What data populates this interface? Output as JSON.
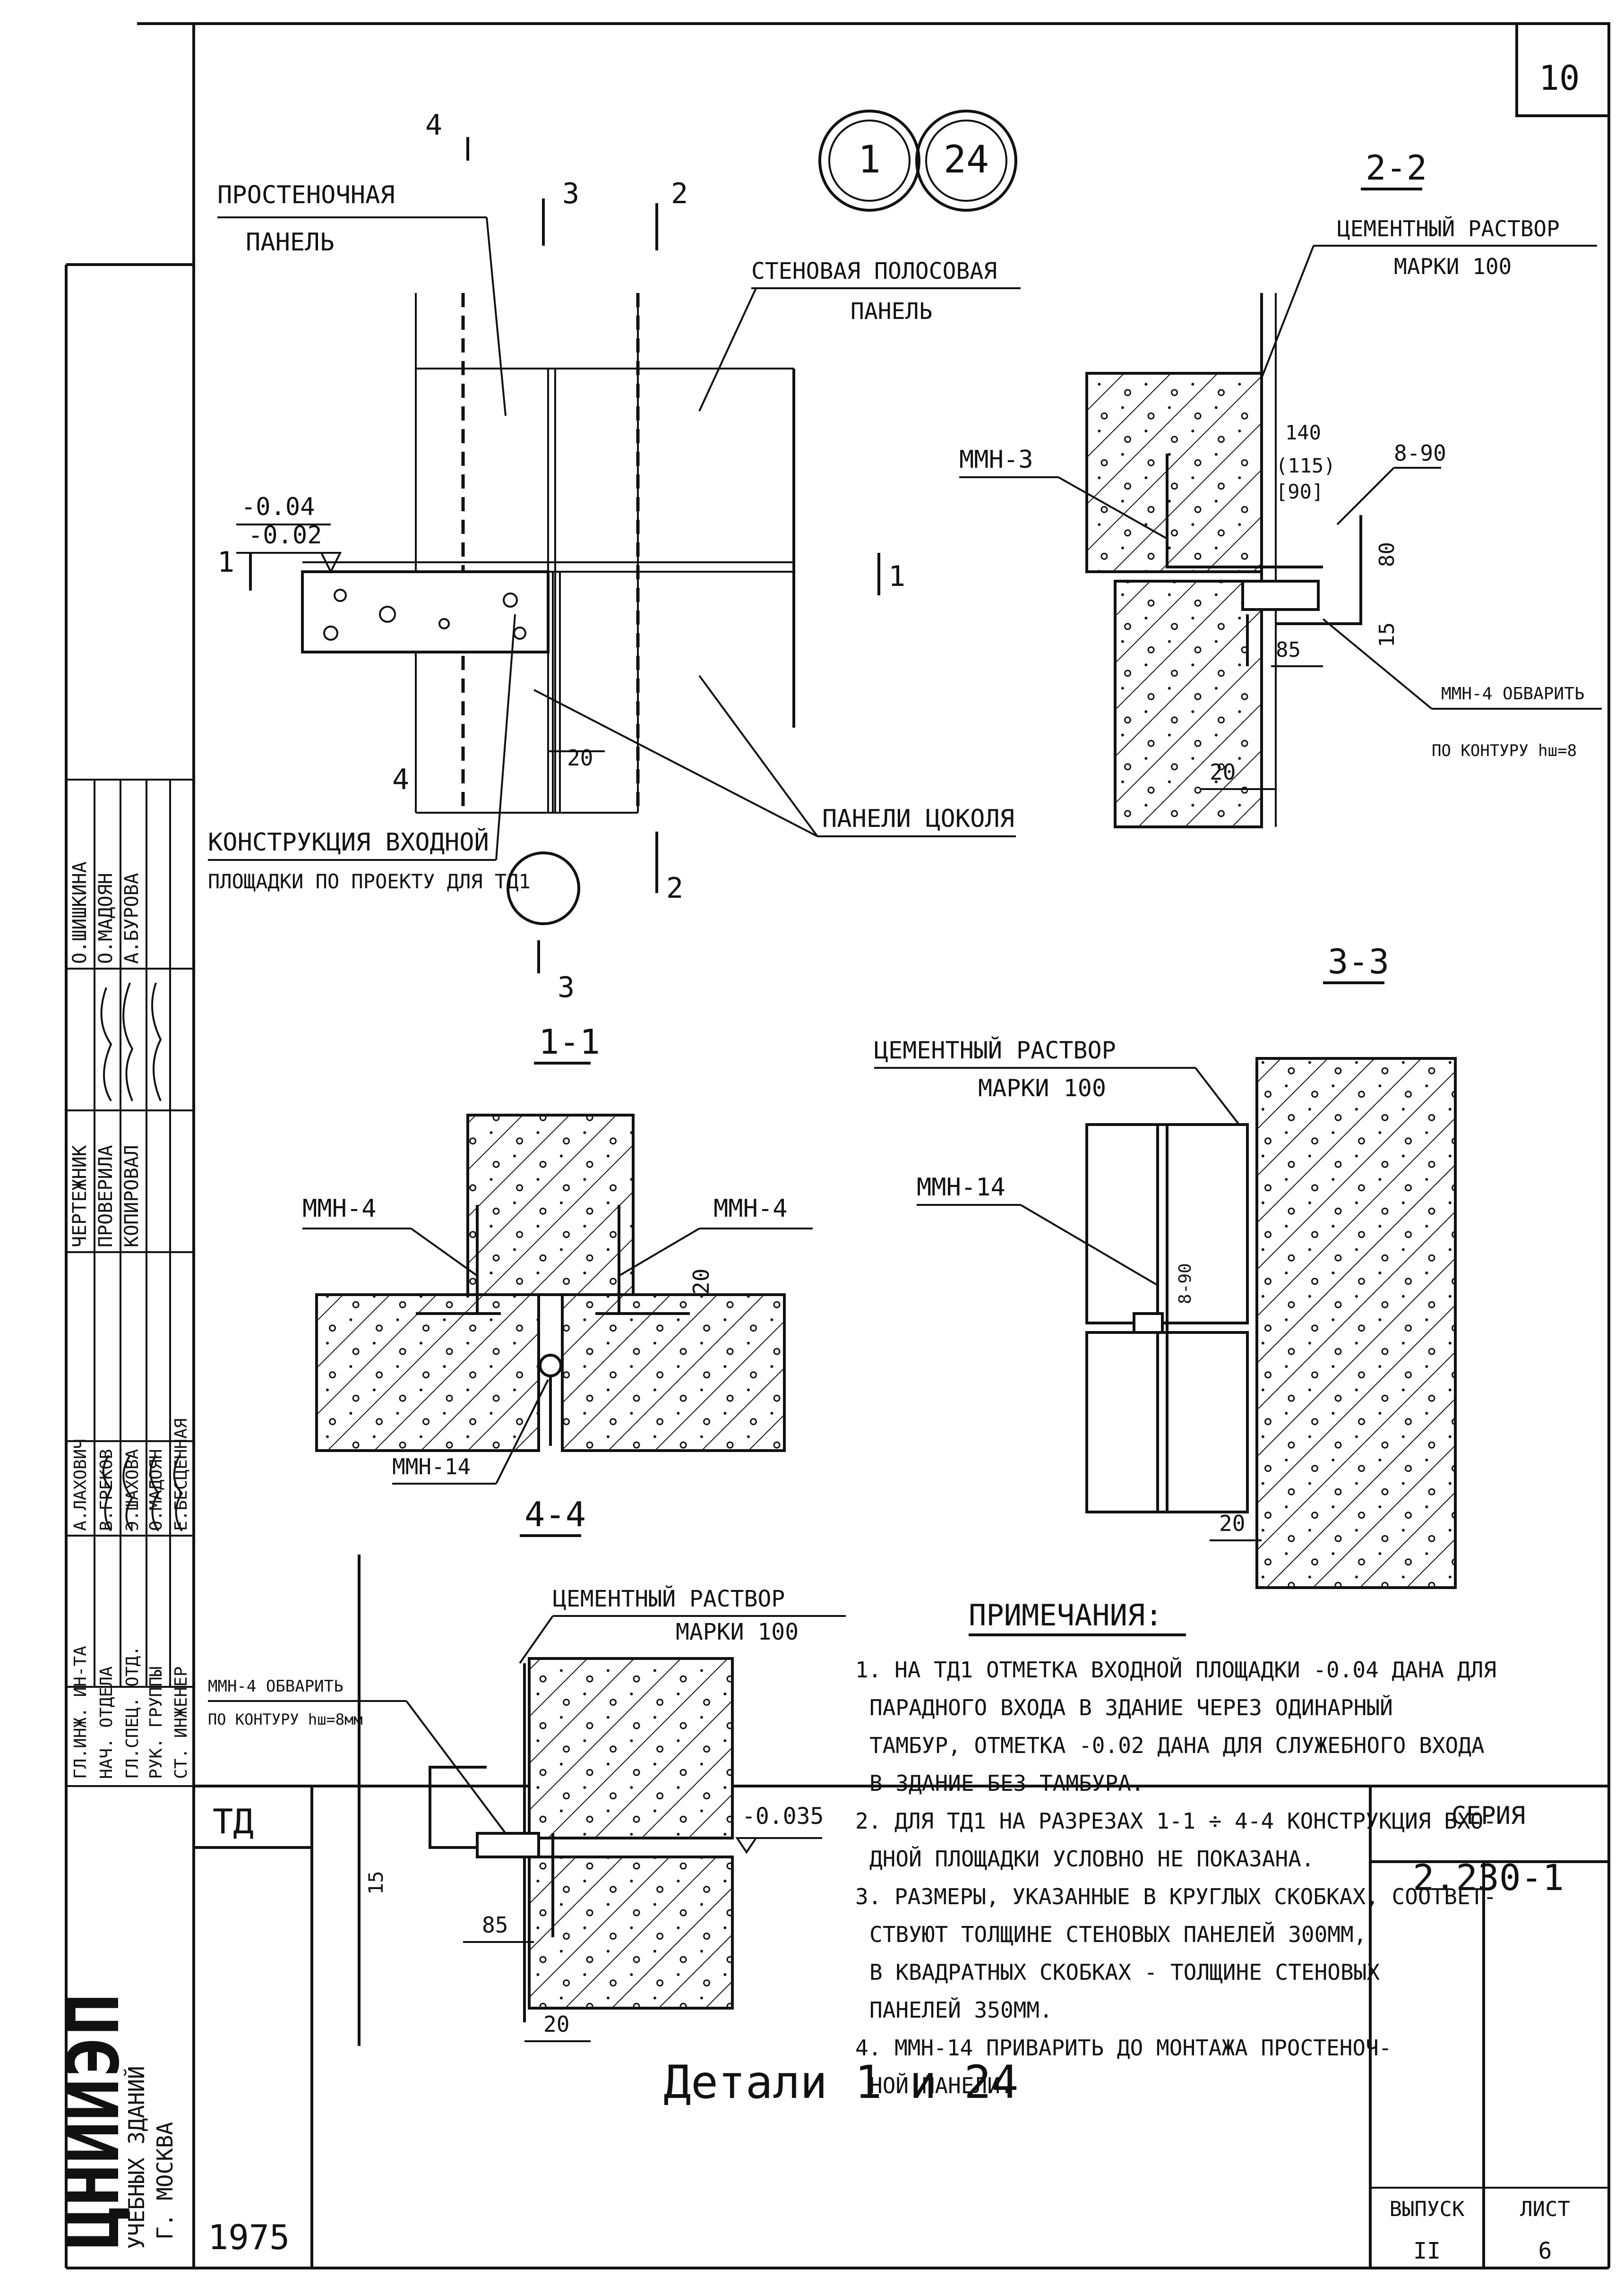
{
  "sheet": {
    "page_number": "10",
    "title": "Детали 1 и 24",
    "detail_marks": [
      "1",
      "24"
    ],
    "series_label": "СЕРИЯ",
    "series_value": "2.230-1",
    "issue_label": "ВЫПУСК",
    "issue_value": "II",
    "sheet_label": "ЛИСТ",
    "sheet_value": "6",
    "code": "ТД",
    "year": "1975"
  },
  "organization": {
    "logo": "ЦНИИЭП",
    "line1": "УЧЕБНЫХ ЗДАНИЙ",
    "line2": "Г. МОСКВА"
  },
  "signatures": {
    "left_roles": [
      "ГЛ.ИНЖ. ИН-ТА",
      "НАЧ. ОТДЕЛА",
      "ГЛ.СПЕЦ. ОТД.",
      "РУК. ГРУППЫ",
      "СТ. ИНЖЕНЕР"
    ],
    "left_names": [
      "А.ЛАХОВИЧ",
      "В.ГРЕКОВ",
      "Э.ШАХОВА",
      "О.МАДОЯН",
      "Е.БЕСЦЕННАЯ"
    ],
    "right_roles": [
      "ЧЕРТЕЖНИК",
      "ПРОВЕРИЛА",
      "КОПИРОВАЛ"
    ],
    "right_names": [
      "О.ШИШКИНА",
      "О.МАДОЯН",
      "А.БУРОВА"
    ]
  },
  "plan": {
    "label_pier_panel_1": "ПРОСТЕНОЧНАЯ",
    "label_pier_panel_2": "ПАНЕЛЬ",
    "label_strip_panel_1": "СТЕНОВАЯ ПОЛОСОВАЯ",
    "label_strip_panel_2": "ПАНЕЛЬ",
    "label_plinth": "ПАНЕЛИ ЦОКОЛЯ",
    "label_construction_1": "КОНСТРУКЦИЯ ВХОДНОЙ",
    "label_construction_2": "ПЛОЩАДКИ ПО ПРОЕКТУ ДЛЯ ТД1",
    "level_1": "-0.04",
    "level_2": "-0.02",
    "dim_20": "20",
    "cuts": [
      "1",
      "1",
      "2",
      "2",
      "3",
      "3",
      "4",
      "4"
    ]
  },
  "section_1_1": {
    "title": "1-1",
    "label_mmn4_left": "ММН-4",
    "label_mmn4_right": "ММН-4",
    "label_mmn14": "ММН-14",
    "dim_20": "20"
  },
  "section_2_2": {
    "title": "2-2",
    "mortar_1": "ЦЕМЕНТНЫЙ РАСТВОР",
    "mortar_2": "МАРКИ 100",
    "label_mmn3": "ММН-3",
    "dim_140": "140",
    "dim_115": "(115)",
    "dim_90": "[90]",
    "dim_8_90": "8-90",
    "dim_80": "80",
    "dim_85": "85",
    "dim_15": "15",
    "weld_1": "ММН-4 ОБВАРИТЬ",
    "weld_2": "ПО КОНТУРУ hш=8",
    "dim_20": "20"
  },
  "section_3_3": {
    "title": "3-3",
    "mortar_1": "ЦЕМЕНТНЫЙ РАСТВОР",
    "mortar_2": "МАРКИ 100",
    "label_mmn14": "ММН-14",
    "dim_8_90": "8-90",
    "dim_20": "20"
  },
  "section_4_4": {
    "title": "4-4",
    "mortar_1": "ЦЕМЕНТНЫЙ РАСТВОР",
    "mortar_2": "МАРКИ 100",
    "weld_1": "ММН-4 ОБВАРИТЬ",
    "weld_2": "ПО КОНТУРУ hш=8мм",
    "level": "-0.035",
    "dim_15": "15",
    "dim_85": "85",
    "dim_20": "20"
  },
  "notes": {
    "heading": "ПРИМЕЧАНИЯ:",
    "items": [
      "1. НА ТД1 ОТМЕТКА ВХОДНОЙ ПЛОЩАДКИ -0.04 ДАНА ДЛЯ",
      "ПАРАДНОГО ВХОДА В ЗДАНИЕ ЧЕРЕЗ ОДИНАРНЫЙ",
      "ТАМБУР, ОТМЕТКА -0.02 ДАНА ДЛЯ СЛУЖЕБНОГО ВХОДА",
      "В ЗДАНИЕ БЕЗ ТАМБУРА.",
      "2. ДЛЯ ТД1 НА РАЗРЕЗАХ 1-1 ÷ 4-4 КОНСТРУКЦИЯ ВХО-",
      "ДНОЙ ПЛОЩАДКИ УСЛОВНО НЕ ПОКАЗАНА.",
      "3. РАЗМЕРЫ, УКАЗАННЫЕ В КРУГЛЫХ СКОБКАХ, СООТВЕТ-",
      "СТВУЮТ ТОЛЩИНЕ СТЕНОВЫХ ПАНЕЛЕЙ 300ММ,",
      "В КВАДРАТНЫХ СКОБКАХ - ТОЛЩИНЕ СТЕНОВЫХ",
      "ПАНЕЛЕЙ 350ММ.",
      "4. ММН-14 ПРИВАРИТЬ ДО МОНТАЖА ПРОСТЕНОЧ-",
      "НОЙ ПАНЕЛИ."
    ]
  }
}
